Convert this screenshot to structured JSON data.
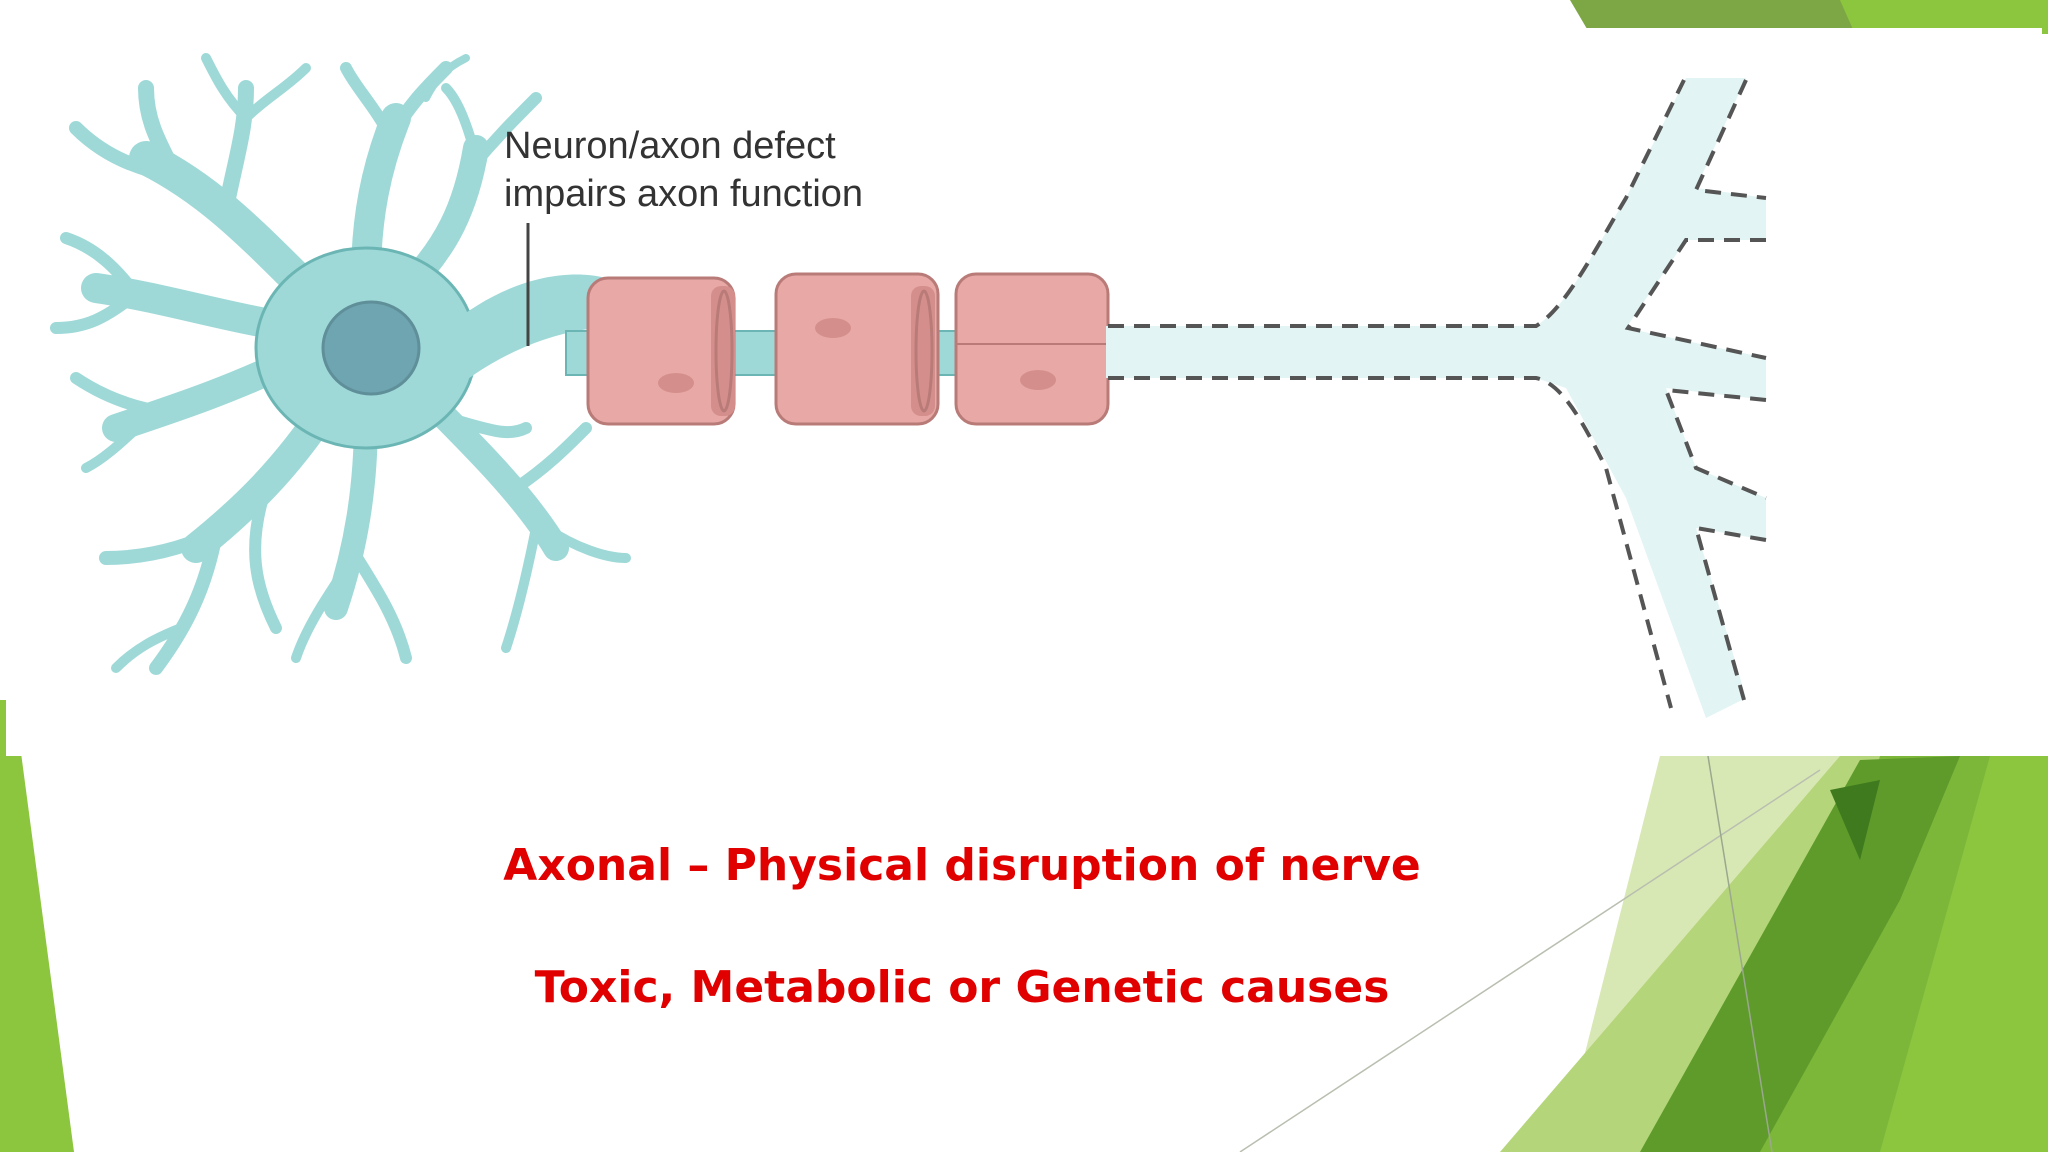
{
  "diagram": {
    "label_line_1": "Neuron/axon defect",
    "label_line_2": "impairs axon function"
  },
  "slide_text": {
    "line_1": "Axonal – Physical disruption of nerve",
    "line_2": "Toxic, Metabolic or Genetic causes"
  },
  "colors": {
    "caption_text": "#e00000",
    "neuron_fill": "#9ed9d8",
    "neuron_outline": "#6bb6b4",
    "nucleus": "#6fa5b0",
    "myelin_fill": "#e8a9a6",
    "myelin_outline": "#b97b78",
    "label_text": "#333333",
    "slide_accent_green": "#8cc63f",
    "slide_dark_green": "#5e9b2b"
  }
}
